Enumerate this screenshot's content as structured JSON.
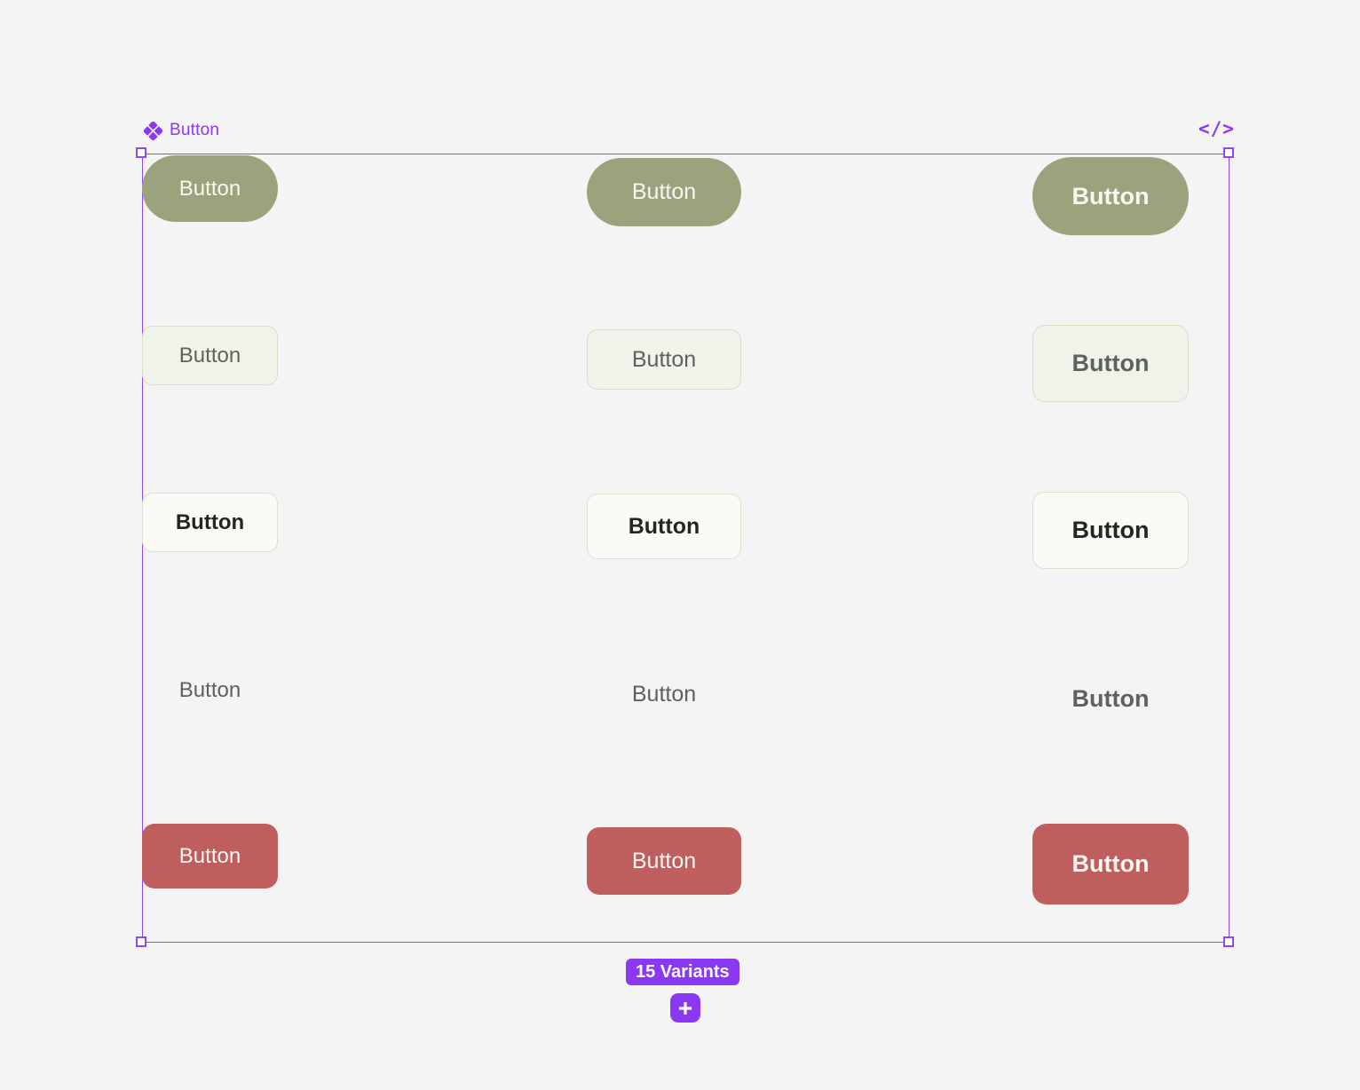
{
  "header": {
    "component_name": "Button",
    "code_icon": "</>"
  },
  "footer": {
    "variant_count_label": "15 Variants"
  },
  "colors": {
    "canvas_bg": "#F4F4F4",
    "accent_purple": "#8A38F2",
    "frame_border": "#8F47F0",
    "primary_fill": "#9AA37C",
    "secondary_bg": "#F0F3EA",
    "secondary_border": "#D9E0C8",
    "outline_bg": "#FAFBF7",
    "outline_border": "#DBE1CD",
    "danger_fill": "#BF5F5D",
    "text_dark": "#21281F",
    "text_grey": "#5D625B"
  },
  "variants": [
    {
      "label": "Button",
      "style": "primary",
      "size": "small"
    },
    {
      "label": "Button",
      "style": "primary",
      "size": "medium"
    },
    {
      "label": "Button",
      "style": "primary",
      "size": "large"
    },
    {
      "label": "Button",
      "style": "secondary",
      "size": "small"
    },
    {
      "label": "Button",
      "style": "secondary",
      "size": "medium"
    },
    {
      "label": "Button",
      "style": "secondary",
      "size": "large"
    },
    {
      "label": "Button",
      "style": "outline",
      "size": "small"
    },
    {
      "label": "Button",
      "style": "outline",
      "size": "medium"
    },
    {
      "label": "Button",
      "style": "outline",
      "size": "large"
    },
    {
      "label": "Button",
      "style": "ghost",
      "size": "small"
    },
    {
      "label": "Button",
      "style": "ghost",
      "size": "medium"
    },
    {
      "label": "Button",
      "style": "ghost",
      "size": "large"
    },
    {
      "label": "Button",
      "style": "danger",
      "size": "small"
    },
    {
      "label": "Button",
      "style": "danger",
      "size": "medium"
    },
    {
      "label": "Button",
      "style": "danger",
      "size": "large"
    }
  ]
}
